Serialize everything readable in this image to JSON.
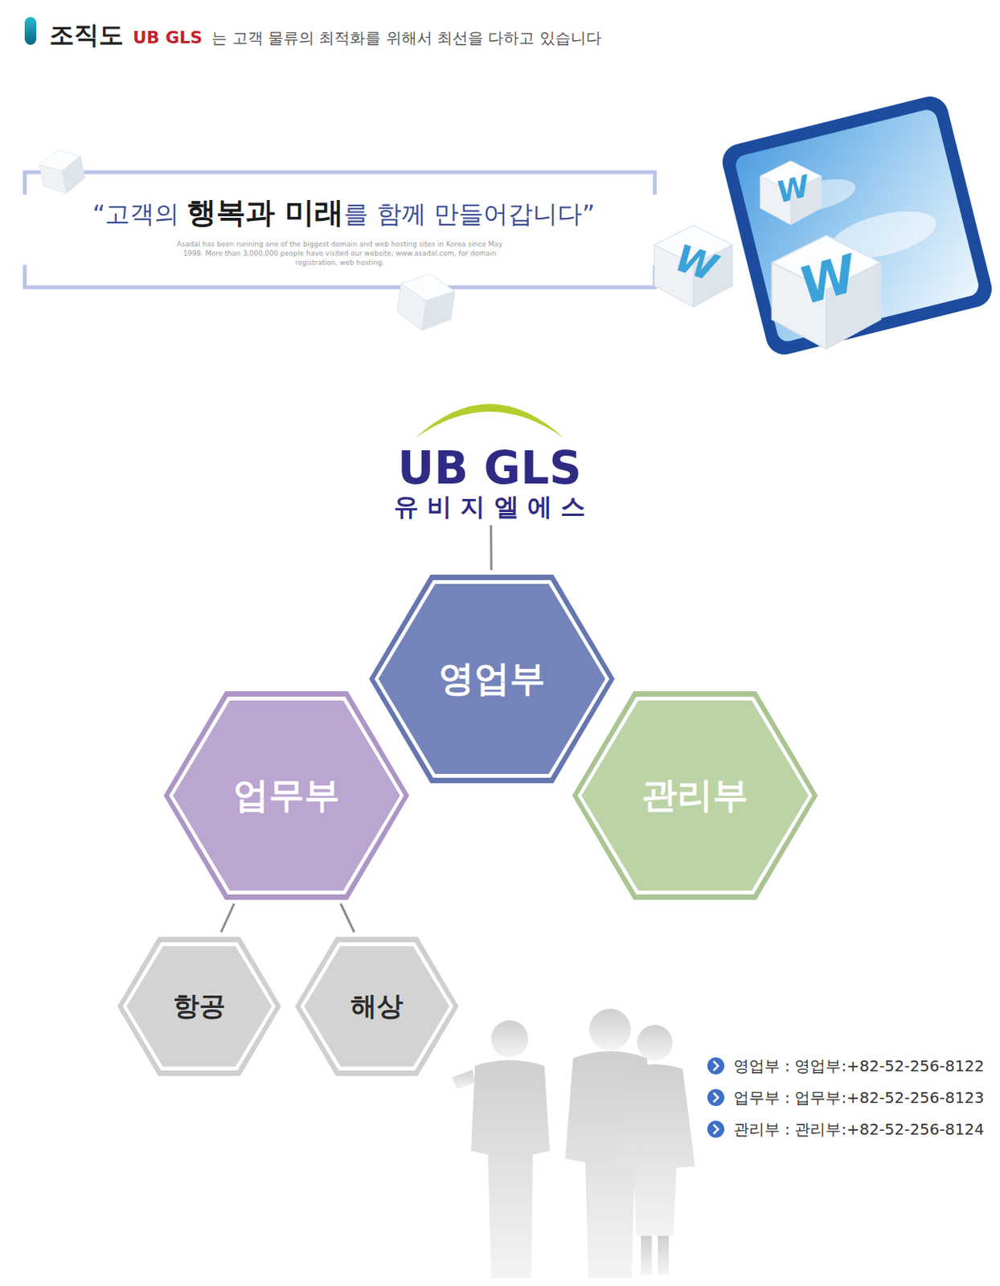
{
  "diagram": {
    "title": "조직도",
    "nodes": [
      {
        "text": [
          "UB GLS",
          "유 비 지 엘 에 스"
        ]
      },
      {
        "text": [
          "영업부"
        ]
      },
      {
        "text": [
          "업무부"
        ]
      },
      {
        "text": [
          "관리부"
        ]
      },
      {
        "text": [
          "항공"
        ]
      },
      {
        "text": [
          "해상"
        ]
      }
    ],
    "edges": [
      {
        "from": 0,
        "to": 1,
        "arrow": "none"
      },
      {
        "from": 2,
        "to": 4,
        "arrow": "none"
      },
      {
        "from": 2,
        "to": 5,
        "arrow": "none"
      }
    ],
    "labels": [
      "UB GLS",
      "는 고객 물류의 최적화를 위해서 최선을 다하고 있습니다",
      "“고객의",
      "행복과 미래",
      "를 함께 만들어갑니다”",
      "Asadal has been running one of the biggest domain and web hosting sites in Korea since May 1998. More than 3,000,000 people have visited our website, www.asadal.com, for domain registration, web hosting.",
      "W",
      "W",
      "W",
      "영업부 : 영업부:+82-52-256-8122",
      "업무부 : 업무부:+82-52-256-8123",
      "관리부 : 관리부:+82-52-256-8124"
    ]
  }
}
